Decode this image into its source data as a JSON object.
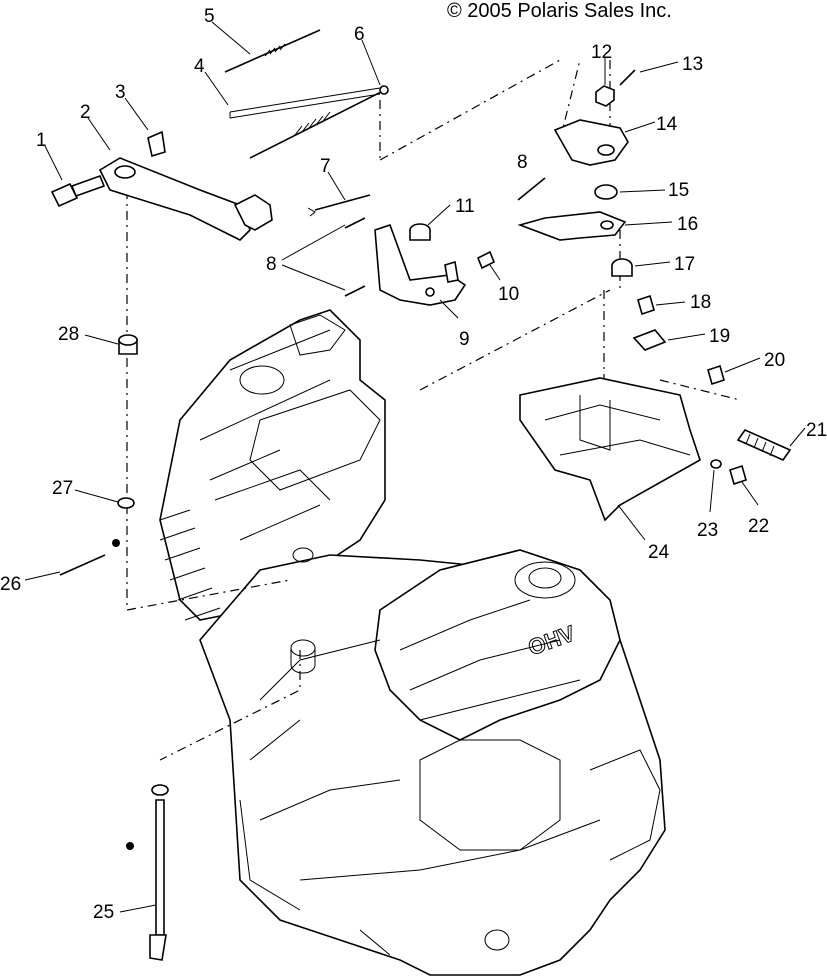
{
  "copyright": "© 2005 Polaris Sales Inc.",
  "callouts": [
    "1",
    "2",
    "3",
    "4",
    "5",
    "6",
    "7",
    "8",
    "8",
    "9",
    "10",
    "11",
    "12",
    "13",
    "14",
    "15",
    "16",
    "17",
    "18",
    "19",
    "20",
    "21",
    "22",
    "23",
    "24",
    "25",
    "26",
    "27",
    "28"
  ]
}
